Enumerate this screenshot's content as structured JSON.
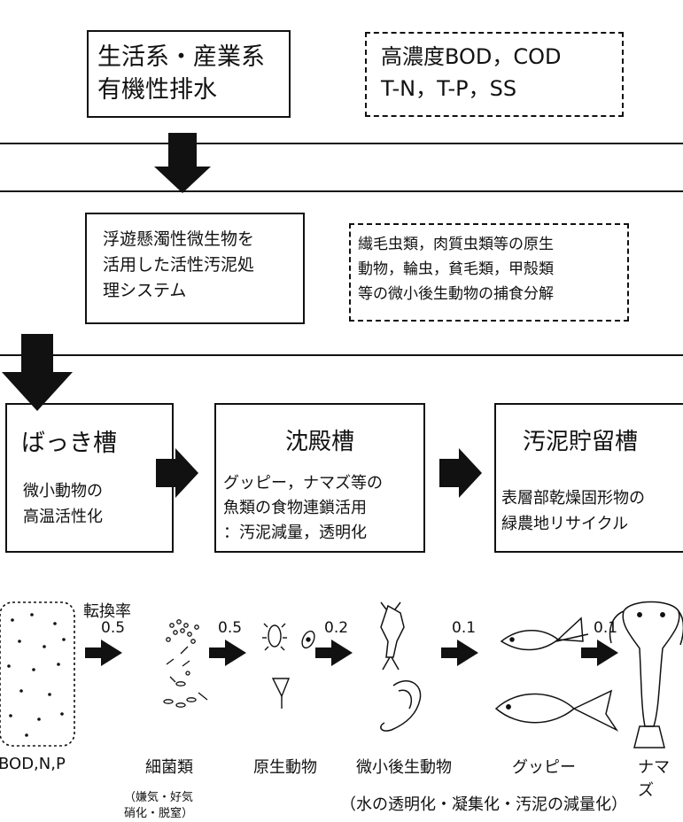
{
  "top": {
    "source": "生活系・産業系\n有機性排水",
    "pollutants": "高濃度BOD，COD\nT-N，T-P，SS"
  },
  "middle": {
    "system": "浮遊懸濁性微生物を\n活用した活性汚泥処\n理システム",
    "predation": "繊毛虫類，肉質虫類等の原生\n動物，輪虫，貧毛類，甲殻類\n等の微小後生動物の捕食分解"
  },
  "tanks": [
    {
      "title": "ばっき槽",
      "desc": "微小動物の\n高温活性化"
    },
    {
      "title": "沈殿槽",
      "desc": "グッピー，ナマズ等の\n魚類の食物連鎖活用\n：汚泥減量，透明化"
    },
    {
      "title": "汚泥貯留槽",
      "desc": "表層部乾燥固形物の\n緑農地リサイクル"
    }
  ],
  "chain": {
    "rate_label": "転換率",
    "rates": [
      "0.5",
      "0.5",
      "0.2",
      "0.1",
      "0.1"
    ],
    "stages": [
      "BOD,N,P",
      "細菌類",
      "原生動物",
      "微小後生動物",
      "グッピー",
      "ナマズ"
    ],
    "bacteria_note": "（嫌気・好気\n硝化・脱窒）",
    "footer_note": "（水の透明化・凝集化・汚泥の減量化）"
  }
}
